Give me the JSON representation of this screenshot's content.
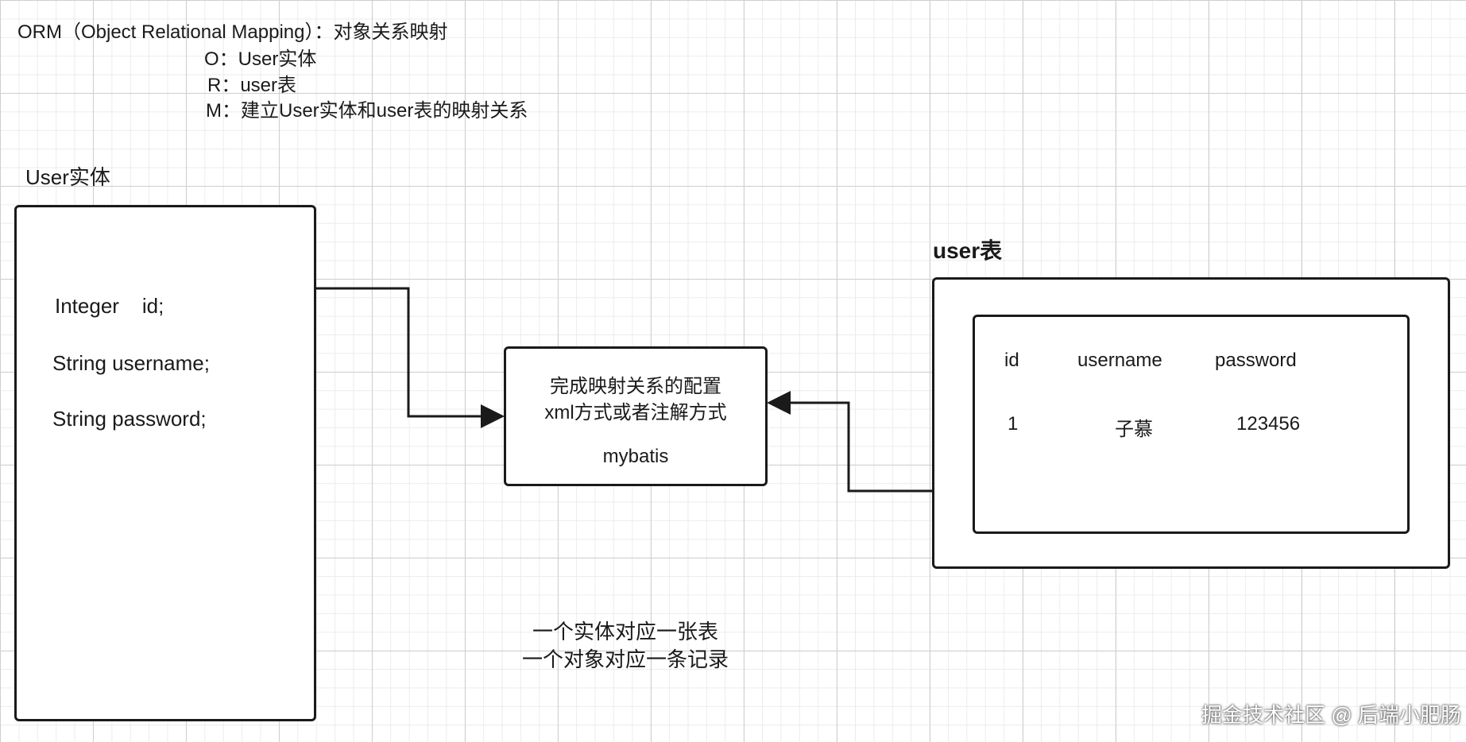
{
  "header": {
    "orm_title": "ORM（Object Relational Mapping）：对象关系映射",
    "o_line": "O：User实体",
    "r_line": "R：user表",
    "m_line": "M：建立User实体和user表的映射关系"
  },
  "entity": {
    "label": "User实体",
    "fields": [
      "Integer    id;",
      "String username;",
      "String password;"
    ]
  },
  "config": {
    "line1": "完成映射关系的配置",
    "line2": "xml方式或者注解方式",
    "line3": "mybatis"
  },
  "table": {
    "label": "user表",
    "headers": [
      "id",
      "username",
      "password"
    ],
    "row": [
      "1",
      "子慕",
      "123456"
    ]
  },
  "notes": {
    "line1": "一个实体对应一张表",
    "line2": "一个对象对应一条记录"
  },
  "watermark": "掘金技术社区 @ 后端小肥肠"
}
